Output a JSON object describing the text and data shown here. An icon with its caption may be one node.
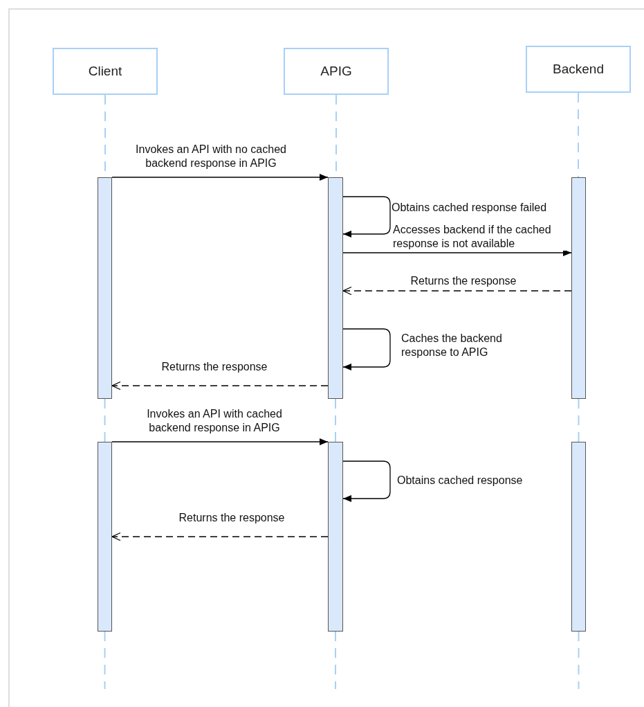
{
  "diagram": {
    "nodes": [
      {
        "text": [
          "Client"
        ]
      },
      {
        "text": [
          "APIG"
        ]
      },
      {
        "text": [
          "Backend"
        ]
      },
      {
        "text": [],
        "shape": "bar"
      },
      {
        "text": [],
        "shape": "bar"
      },
      {
        "text": [],
        "shape": "bar"
      },
      {
        "text": [],
        "shape": "bar"
      },
      {
        "text": [],
        "shape": "bar"
      },
      {
        "text": [],
        "shape": "bar"
      }
    ],
    "edges": [
      {
        "from": 0,
        "to": 3,
        "arrow": "none",
        "style": "dashed",
        "color": "#a8d0f5"
      },
      {
        "from": 3,
        "to": 6,
        "arrow": "none",
        "style": "dashed",
        "color": "#a8d0f5"
      },
      {
        "from": 6,
        "to": null,
        "arrow": "none",
        "style": "dashed",
        "color": "#a8d0f5"
      },
      {
        "from": 1,
        "to": 4,
        "arrow": "none",
        "style": "dashed",
        "color": "#a8d0f5"
      },
      {
        "from": 4,
        "to": 7,
        "arrow": "none",
        "style": "dashed",
        "color": "#a8d0f5"
      },
      {
        "from": 7,
        "to": null,
        "arrow": "none",
        "style": "dashed",
        "color": "#a8d0f5"
      },
      {
        "from": 2,
        "to": 5,
        "arrow": "none",
        "style": "dashed",
        "color": "#a8d0f5"
      },
      {
        "from": 5,
        "to": 8,
        "arrow": "none",
        "style": "dashed",
        "color": "#a8d0f5"
      },
      {
        "from": 8,
        "to": null,
        "arrow": "none",
        "style": "dashed",
        "color": "#a8d0f5"
      },
      {
        "from": 3,
        "to": 4,
        "arrow": "to",
        "color": "#000000",
        "label": "Invokes an API with no cached backend response in APIG"
      },
      {
        "from": 4,
        "to": 4,
        "arrow": "to",
        "color": "#000000",
        "label": "Obtains cached response failed"
      },
      {
        "from": 4,
        "to": 5,
        "arrow": "to",
        "color": "#000000",
        "label": "Accesses backend if the cached response is not available"
      },
      {
        "from": 5,
        "to": 4,
        "arrow": "to",
        "style": "dashed",
        "color": "#000000",
        "label": "Returns the response"
      },
      {
        "from": 4,
        "to": 4,
        "arrow": "to",
        "color": "#000000",
        "label": "Caches the backend response to APIG"
      },
      {
        "from": 4,
        "to": 3,
        "arrow": "to",
        "style": "dashed",
        "color": "#000000",
        "label": "Returns the response"
      },
      {
        "from": 6,
        "to": 7,
        "arrow": "to",
        "color": "#000000",
        "label": "Invokes an API with cached backend response in APIG"
      },
      {
        "from": 7,
        "to": 7,
        "arrow": "to",
        "color": "#000000",
        "label": "Obtains cached response"
      },
      {
        "from": 7,
        "to": 6,
        "arrow": "to",
        "style": "dashed",
        "color": "#000000",
        "label": "Returns the response"
      }
    ]
  }
}
